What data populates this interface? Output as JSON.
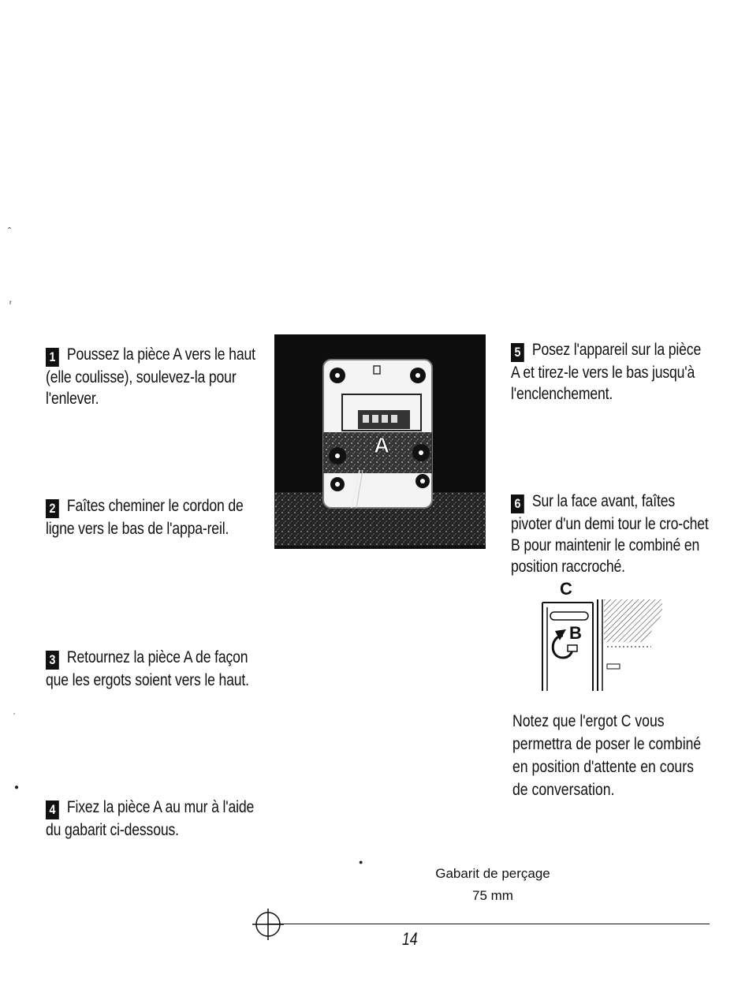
{
  "steps": [
    {
      "num": "1",
      "text": "Poussez la pièce A vers le haut (elle coulisse), soulevez-la pour l'enlever."
    },
    {
      "num": "2",
      "text": "Faîtes cheminer le cordon de ligne vers le bas de l'appa-reil."
    },
    {
      "num": "3",
      "text": "Retournez la pièce A de façon que les ergots soient vers le haut."
    },
    {
      "num": "4",
      "text": "Fixez la pièce A au mur à l'aide du gabarit ci-dessous."
    },
    {
      "num": "5",
      "text": "Posez l'appareil sur la pièce A et tirez-le vers le bas jusqu'à l'enclenchement."
    },
    {
      "num": "6",
      "text": "Sur la face avant, faîtes pivoter d'un demi tour le cro-chet B pour maintenir le combiné en position raccroché."
    }
  ],
  "note": "Notez que l'ergot C vous permettra de poser le combiné en position d'attente en cours de conversation.",
  "photo_label": "A",
  "diagram_labels": {
    "c": "C",
    "b": "B"
  },
  "template_caption": "Gabarit de perçage",
  "template_size": "75 mm",
  "page_number": "14"
}
